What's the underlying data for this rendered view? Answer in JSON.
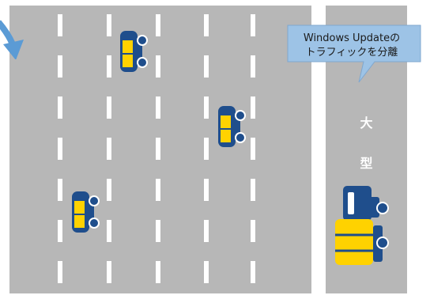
{
  "callout": {
    "line1": "Windows Updateの",
    "line2": "トラフィックを分離"
  },
  "side_lane": {
    "label_line1": "大",
    "label_line2": "型"
  },
  "colors": {
    "road": "#b7b7b7",
    "lane_marking": "#ffffff",
    "vehicle_body": "#1f4e8c",
    "vehicle_window": "#ffd200",
    "callout_fill": "#9dc3e6",
    "arrow": "#5b9bd5"
  },
  "icons": {
    "car": "car-icon",
    "truck": "truck-icon",
    "arrow": "curved-arrow-icon"
  }
}
